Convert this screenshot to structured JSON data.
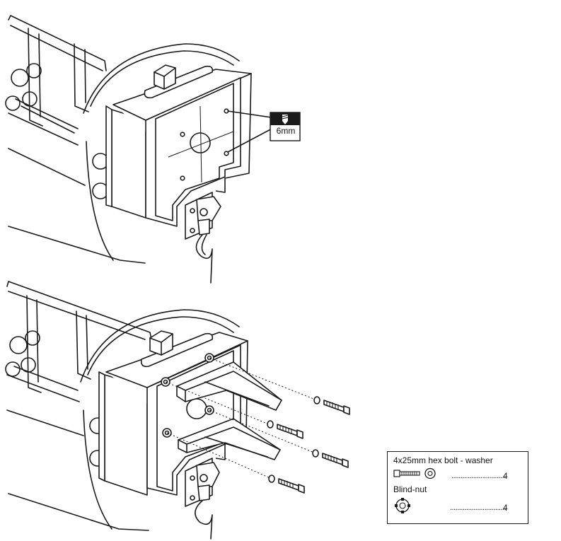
{
  "drill": {
    "size_label": "6mm"
  },
  "parts": [
    {
      "name": "4x25mm hex bolt - washer",
      "leader": "..............................",
      "qty": "4"
    },
    {
      "name": "Blind-nut",
      "leader": "...............................",
      "qty": "4"
    }
  ]
}
